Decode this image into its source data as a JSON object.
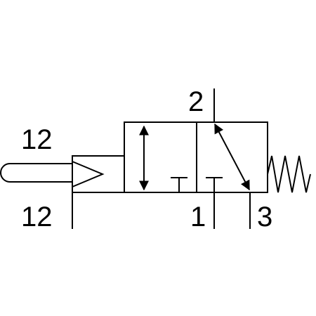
{
  "labels": {
    "port_12_top": "12",
    "port_12_bottom": "12",
    "port_2": "2",
    "port_1": "1",
    "port_3": "3"
  }
}
